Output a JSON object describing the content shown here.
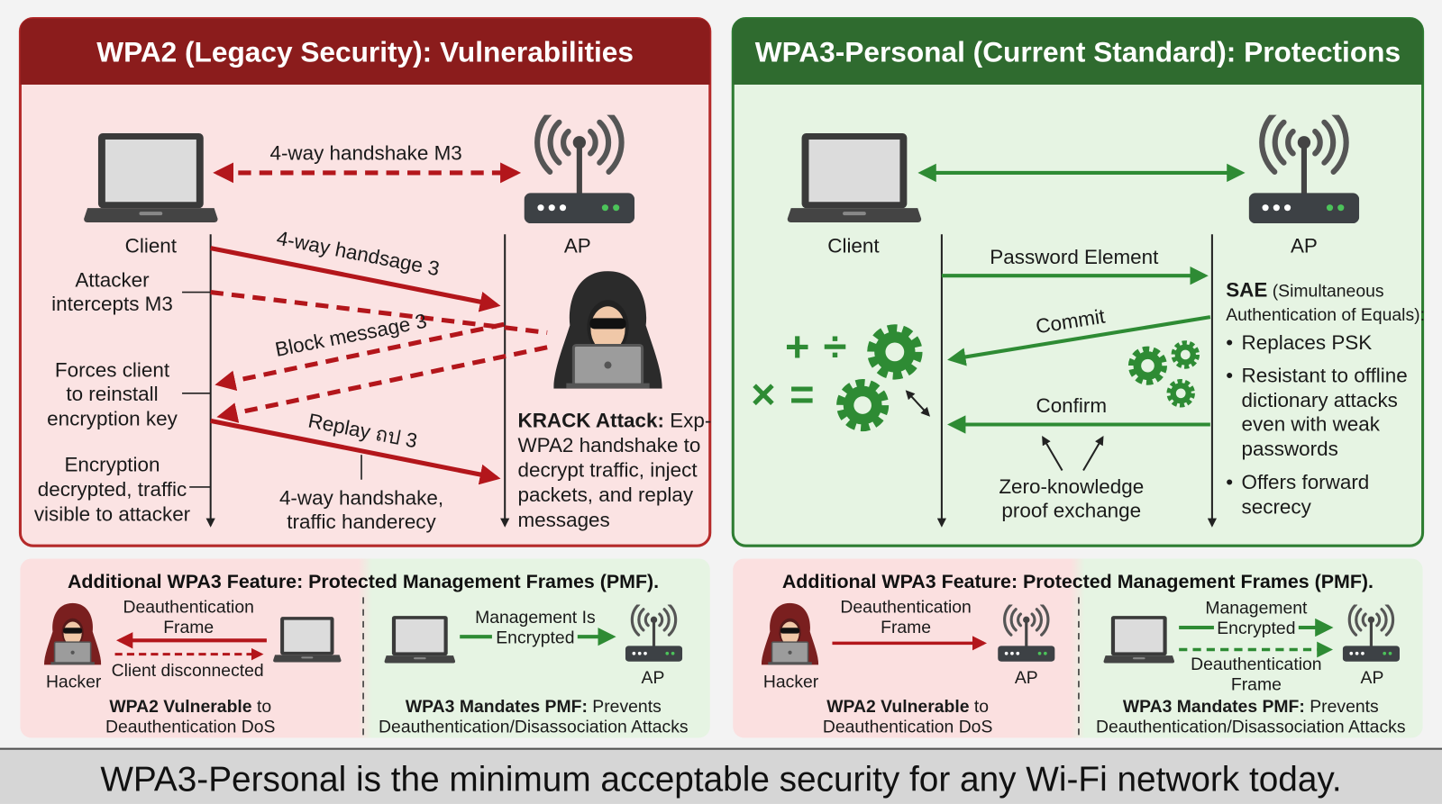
{
  "colors": {
    "wpa2_header": "#8b1c1c",
    "wpa2_panel": "#fbe3e3",
    "wpa3_header": "#2f6b2f",
    "wpa3_panel": "#e6f4e3",
    "attack_red": "#b3161b",
    "protect_green": "#2e8b34"
  },
  "wpa2": {
    "title": "WPA2 (Legacy Security): Vulnerabilities",
    "client_label": "Client",
    "ap_label": "AP",
    "top_arrow_label": "4-way handshake M3",
    "msg1_label": "4-way handsage 3",
    "msg2_label": "Block message 3",
    "msg3_label": "Replay ถป 3",
    "bottom_note": [
      "4-way handshake,",
      "traffic handerecy"
    ],
    "side_notes": [
      [
        "Attacker",
        "intercepts M3"
      ],
      [
        "Forces client",
        "to reinstall",
        "encryption key"
      ],
      [
        "Encryption",
        "decrypted, traffic",
        "visible to attacker"
      ]
    ],
    "krack": {
      "bold": "KRACK Attack:",
      "rest": " Exp-",
      "lines": [
        "WPA2 handshake to",
        "decrypt traffic, inject",
        "packets, and replay",
        "messages"
      ]
    },
    "icons": [
      "laptop-icon",
      "router-icon",
      "hacker-icon"
    ]
  },
  "wpa3": {
    "title": "WPA3-Personal (Current Standard): Protections",
    "client_label": "Client",
    "ap_label": "AP",
    "msg1_label": "Password Element",
    "msg2_label": "Commit",
    "msg3_label": "Confirm",
    "zk_label": [
      "Zero-knowledge",
      "proof exchange"
    ],
    "math_symbols": [
      "+",
      "÷",
      "×",
      "="
    ],
    "sae": {
      "bold": "SAE",
      "rest": " (Simultaneous",
      "line2": "Authentication of Equals):",
      "bullets": [
        [
          "Replaces PSK"
        ],
        [
          "Resistant to offline",
          "dictionary attacks",
          "even with weak",
          "passwords"
        ],
        [
          "Offers forward",
          "secrecy"
        ]
      ]
    },
    "icons": [
      "laptop-icon",
      "router-icon",
      "gear-icon"
    ]
  },
  "pmf_left": {
    "title": "Additional WPA3 Feature: Protected Management Frames (PMF).",
    "hacker_label": "Hacker",
    "deauth_label": [
      "Deauthentication",
      "Frame"
    ],
    "disconnect_label": "Client disconnected",
    "mgmt_label": [
      "Management Is",
      "Encrypted"
    ],
    "ap_label": "AP",
    "wpa2_caption": {
      "bold": "WPA2 Vulnerable",
      "rest": " to",
      "line2": "Deauthentication DoS"
    },
    "wpa3_caption": {
      "bold": "WPA3 Mandates PMF:",
      "rest": " Prevents",
      "line2": "Deauthentication/Disassociation Attacks"
    }
  },
  "pmf_right": {
    "title": "Additional WPA3 Feature: Protected Management Frames (PMF).",
    "hacker_label": "Hacker",
    "deauth_label": [
      "Deauthentication",
      "Frame"
    ],
    "ap_label": "AP",
    "mgmt_label": [
      "Management",
      "Encrypted"
    ],
    "deauth2_label": [
      "Deauthentication",
      "Frame"
    ],
    "ap2_label": "AP",
    "wpa2_caption": {
      "bold": "WPA2 Vulnerable",
      "rest": " to",
      "line2": "Deauthentication DoS"
    },
    "wpa3_caption": {
      "bold": "WPA3 Mandates PMF:",
      "rest": " Prevents",
      "line2": "Deauthentication/Disassociation Attacks"
    }
  },
  "footer": "WPA3-Personal is the minimum acceptable security for any Wi-Fi network today."
}
